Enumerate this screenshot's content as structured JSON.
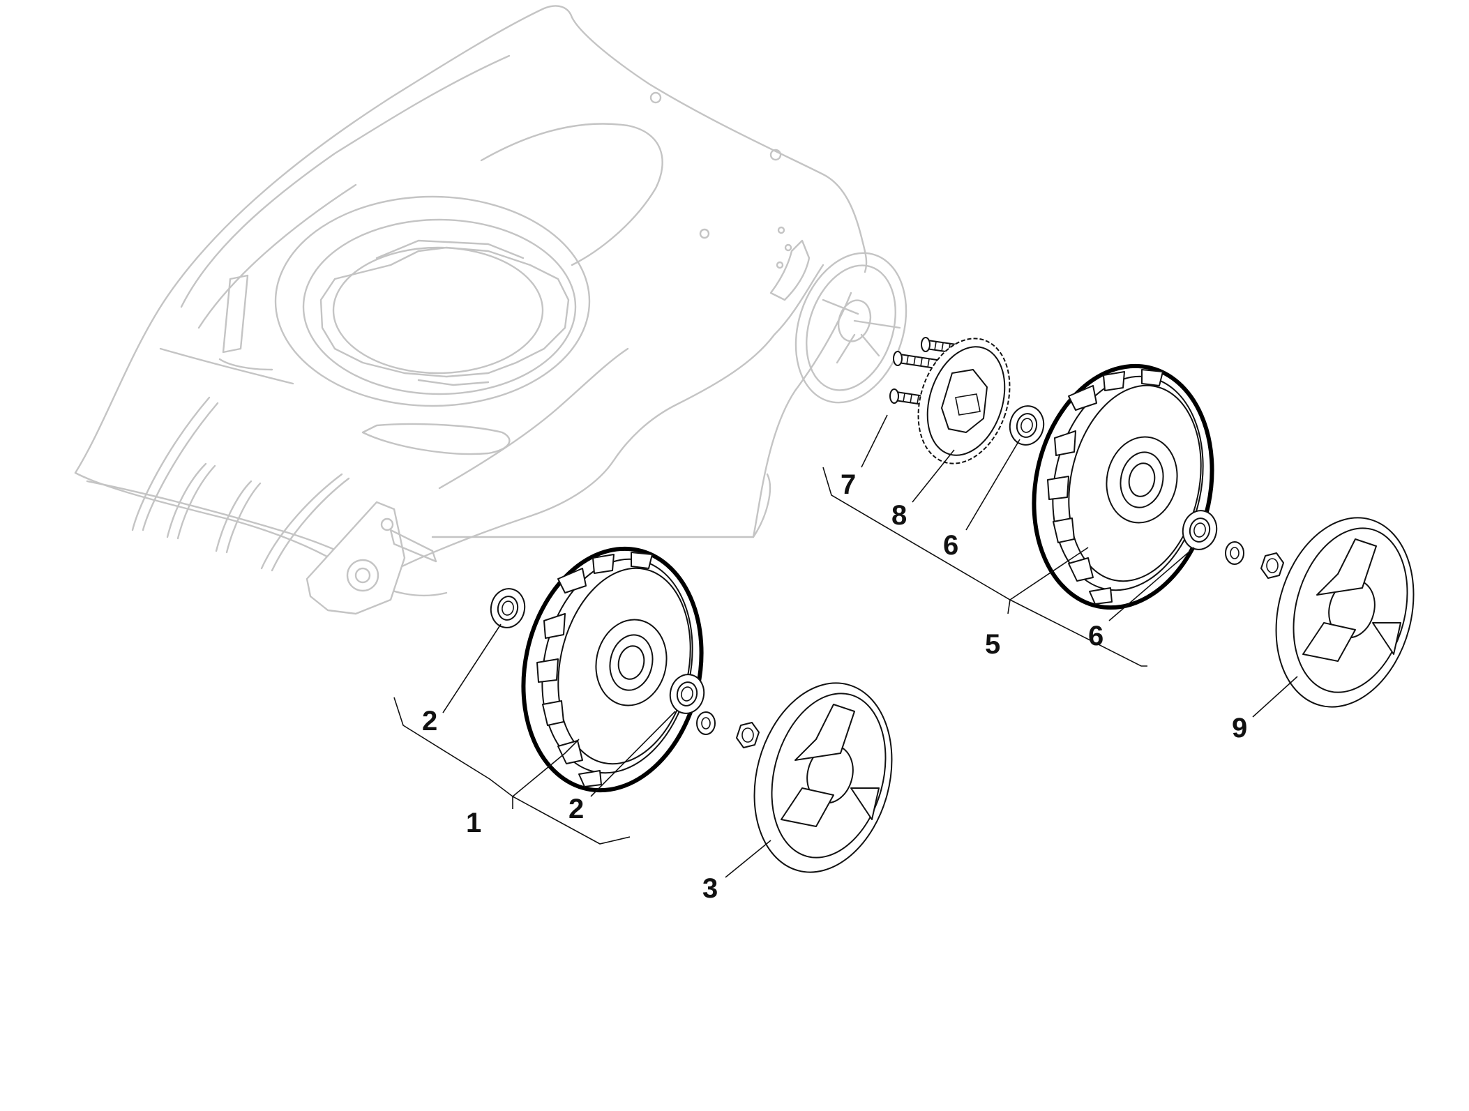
{
  "callouts": {
    "c1": "1",
    "c2a": "2",
    "c2b": "2",
    "c3": "3",
    "c5": "5",
    "c6a": "6",
    "c6b": "6",
    "c7": "7",
    "c8": "8",
    "c9": "9"
  }
}
